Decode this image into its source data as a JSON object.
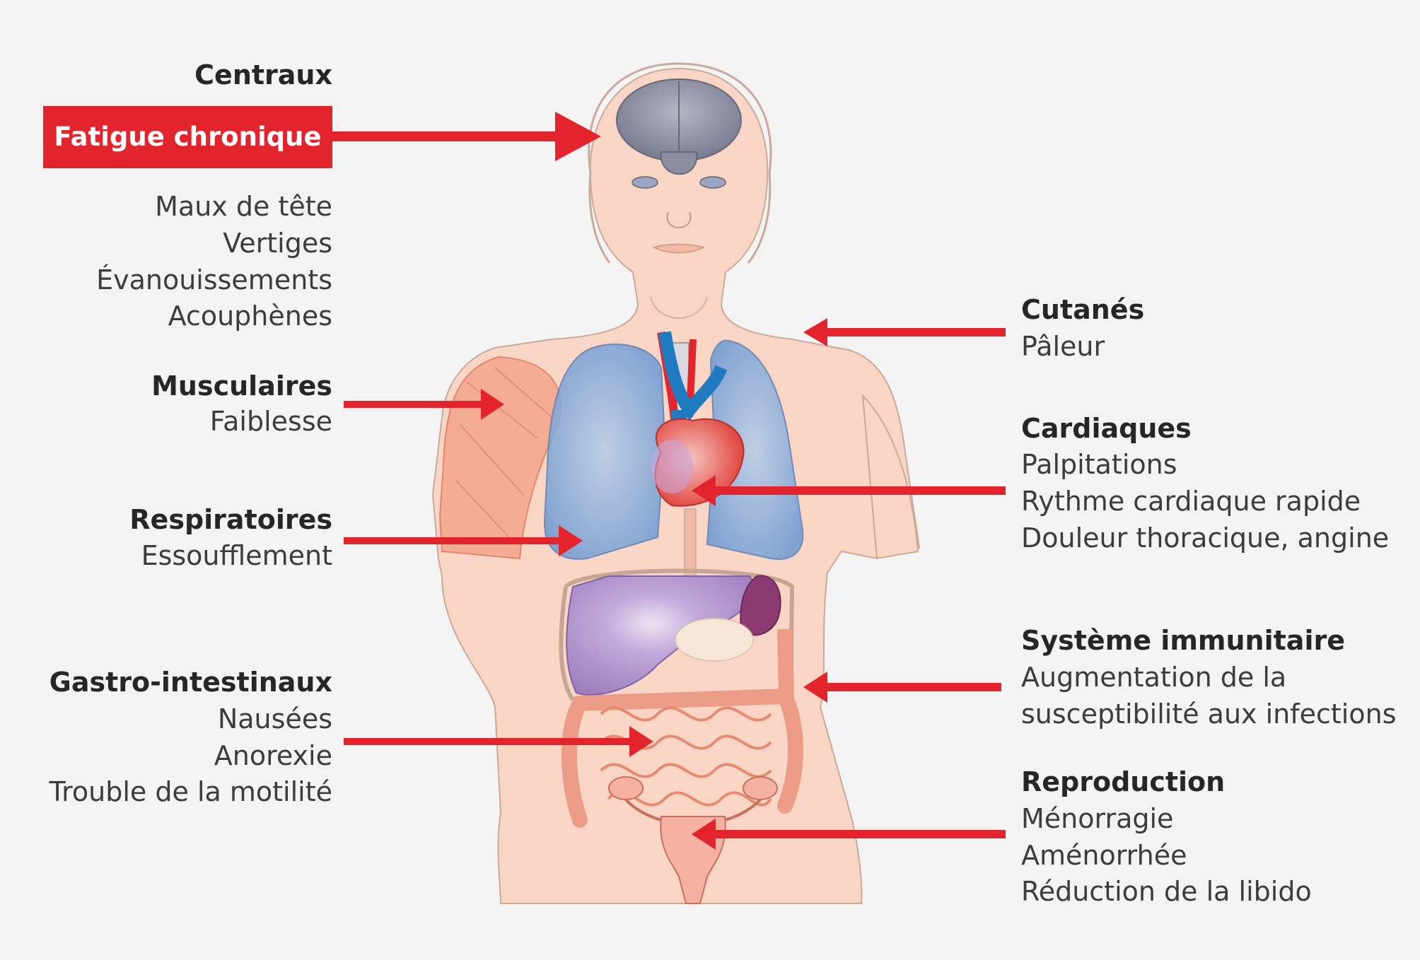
{
  "colors": {
    "arrow": "#e4242c",
    "highlight_bg": "#e4242c",
    "background": "#f3f3f4",
    "skin": "#f8d5c5",
    "lungs": "#7aa4d8",
    "heart": "#e0443c",
    "liver": "#a98ac6",
    "intestine": "#ec9c86",
    "muscle": "#f09a7e"
  },
  "groups": {
    "centraux": {
      "title": "Centraux",
      "highlight": "Fatigue chronique",
      "items": [
        "Maux de tête",
        "Vertiges",
        "Évanouissements",
        "Acouphènes"
      ]
    },
    "musculaires": {
      "title": "Musculaires",
      "items": [
        "Faiblesse"
      ]
    },
    "respiratoires": {
      "title": "Respiratoires",
      "items": [
        "Essoufflement"
      ]
    },
    "gastro": {
      "title": "Gastro-intestinaux",
      "items": [
        "Nausées",
        "Anorexie",
        "Trouble de la motilité"
      ]
    },
    "cutanes": {
      "title": "Cutanés",
      "items": [
        "Pâleur"
      ]
    },
    "cardiaques": {
      "title": "Cardiaques",
      "items": [
        "Palpitations",
        "Rythme cardiaque rapide",
        "Douleur thoracique, angine"
      ]
    },
    "immunitaire": {
      "title": "Système immunitaire",
      "items": [
        "Augmentation de la",
        "susceptibilité aux infections"
      ]
    },
    "reproduction": {
      "title": "Reproduction",
      "items": [
        "Ménorragie",
        "Aménorrhée",
        "Réduction de la libido"
      ]
    }
  }
}
